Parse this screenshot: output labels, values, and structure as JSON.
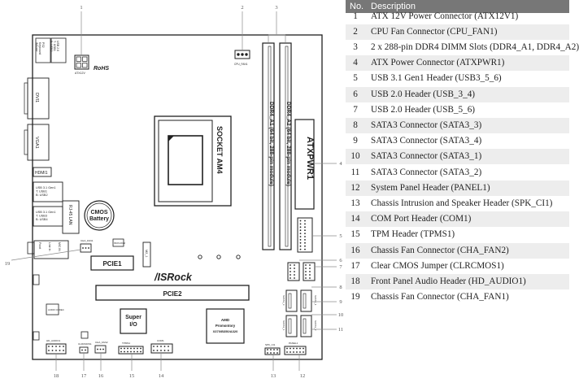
{
  "colors": {
    "board_line": "#1f1f1f",
    "callout": "#8c8c8c",
    "header_bg": "#777777",
    "alt_row": "#ededed"
  },
  "board": {
    "socket": "SOCKET AM4",
    "dimm_a1": "DDR4_A1 (64 bit, 288-pin module)",
    "dimm_a2": "DDR4_A2 (64 bit, 288-pin module)",
    "atxpwr": "ATXPWR1",
    "atx12v": "ATX12V",
    "rohs": "RoHS",
    "cpu_fan": "CPU_FAN1",
    "dvi": "DVI1",
    "vga": "VGA1",
    "hdmi": "HDMI1",
    "usb_top": [
      "USB 2.0",
      "T: USB1",
      "B: USB2"
    ],
    "ps2": [
      "PS2",
      "Keyboard",
      "/Mouse"
    ],
    "usb31_a": [
      "USB 3.1 Gen1",
      "T: USB1",
      "B: USB2"
    ],
    "usb31_b": [
      "USB 3.1 Gen1",
      "T: USB3",
      "B: USB4"
    ],
    "rj45": "RJ-45 LAN",
    "audio_jacks": [
      "Front",
      "Line In",
      "MIC IN"
    ],
    "cmos": [
      "CMOS",
      "Battery"
    ],
    "pcie1": "PCIE1",
    "pcie2": "PCIE2",
    "m2": "M2_1",
    "brand": "/ISRock",
    "superio": [
      "Super",
      "I/O"
    ],
    "amd_chip": [
      "AMD",
      "Promontory",
      "X370/B350/A320"
    ],
    "audio_codec": "AUDIO CODEC",
    "bios_rom": "BIOS ROM",
    "sata_labels": [
      "SATA3_3",
      "SATA3_4",
      "SATA3_1",
      "SATA3_2"
    ],
    "cha_fan1": "CHA_FAN1",
    "hd_audio": "HD_AUDIO1",
    "clrcmos": "CLRCMOS1",
    "cha_fan2": "CHA_FAN2",
    "tpms": "TPMS1",
    "com": "COM1",
    "spk": "SPK_CI1",
    "panel": "PANEL1",
    "usb_3_4": "USB_3_4",
    "usb_5_6": "USB_5_6",
    "usb3_5_6": "USB3_5_6"
  },
  "callout_numbers": [
    "1",
    "2",
    "3",
    "4",
    "5",
    "6",
    "7",
    "8",
    "9",
    "10",
    "11",
    "12",
    "13",
    "14",
    "15",
    "16",
    "17",
    "18",
    "19"
  ],
  "legend": {
    "headers": {
      "no": "No.",
      "description": "Description"
    },
    "rows": [
      {
        "no": "1",
        "description": "ATX 12V Power Connector (ATX12V1)"
      },
      {
        "no": "2",
        "description": "CPU Fan Connector (CPU_FAN1)"
      },
      {
        "no": "3",
        "description": "2 x 288-pin DDR4 DIMM Slots (DDR4_A1, DDR4_A2)"
      },
      {
        "no": "4",
        "description": "ATX Power Connector (ATXPWR1)"
      },
      {
        "no": "5",
        "description": "USB 3.1 Gen1 Header (USB3_5_6)"
      },
      {
        "no": "6",
        "description": "USB 2.0 Header (USB_3_4)"
      },
      {
        "no": "7",
        "description": "USB 2.0 Header (USB_5_6)"
      },
      {
        "no": "8",
        "description": "SATA3 Connector (SATA3_3)"
      },
      {
        "no": "9",
        "description": "SATA3 Connector (SATA3_4)"
      },
      {
        "no": "10",
        "description": "SATA3 Connector (SATA3_1)"
      },
      {
        "no": "11",
        "description": "SATA3 Connector (SATA3_2)"
      },
      {
        "no": "12",
        "description": "System Panel Header (PANEL1)"
      },
      {
        "no": "13",
        "description": "Chassis Intrusion and Speaker Header (SPK_CI1)"
      },
      {
        "no": "14",
        "description": "COM Port Header (COM1)"
      },
      {
        "no": "15",
        "description": "TPM Header (TPMS1)"
      },
      {
        "no": "16",
        "description": "Chassis Fan Connector (CHA_FAN2)"
      },
      {
        "no": "17",
        "description": "Clear CMOS Jumper (CLRCMOS1)"
      },
      {
        "no": "18",
        "description": "Front Panel Audio Header (HD_AUDIO1)"
      },
      {
        "no": "19",
        "description": "Chassis Fan Connector (CHA_FAN1)"
      }
    ]
  }
}
